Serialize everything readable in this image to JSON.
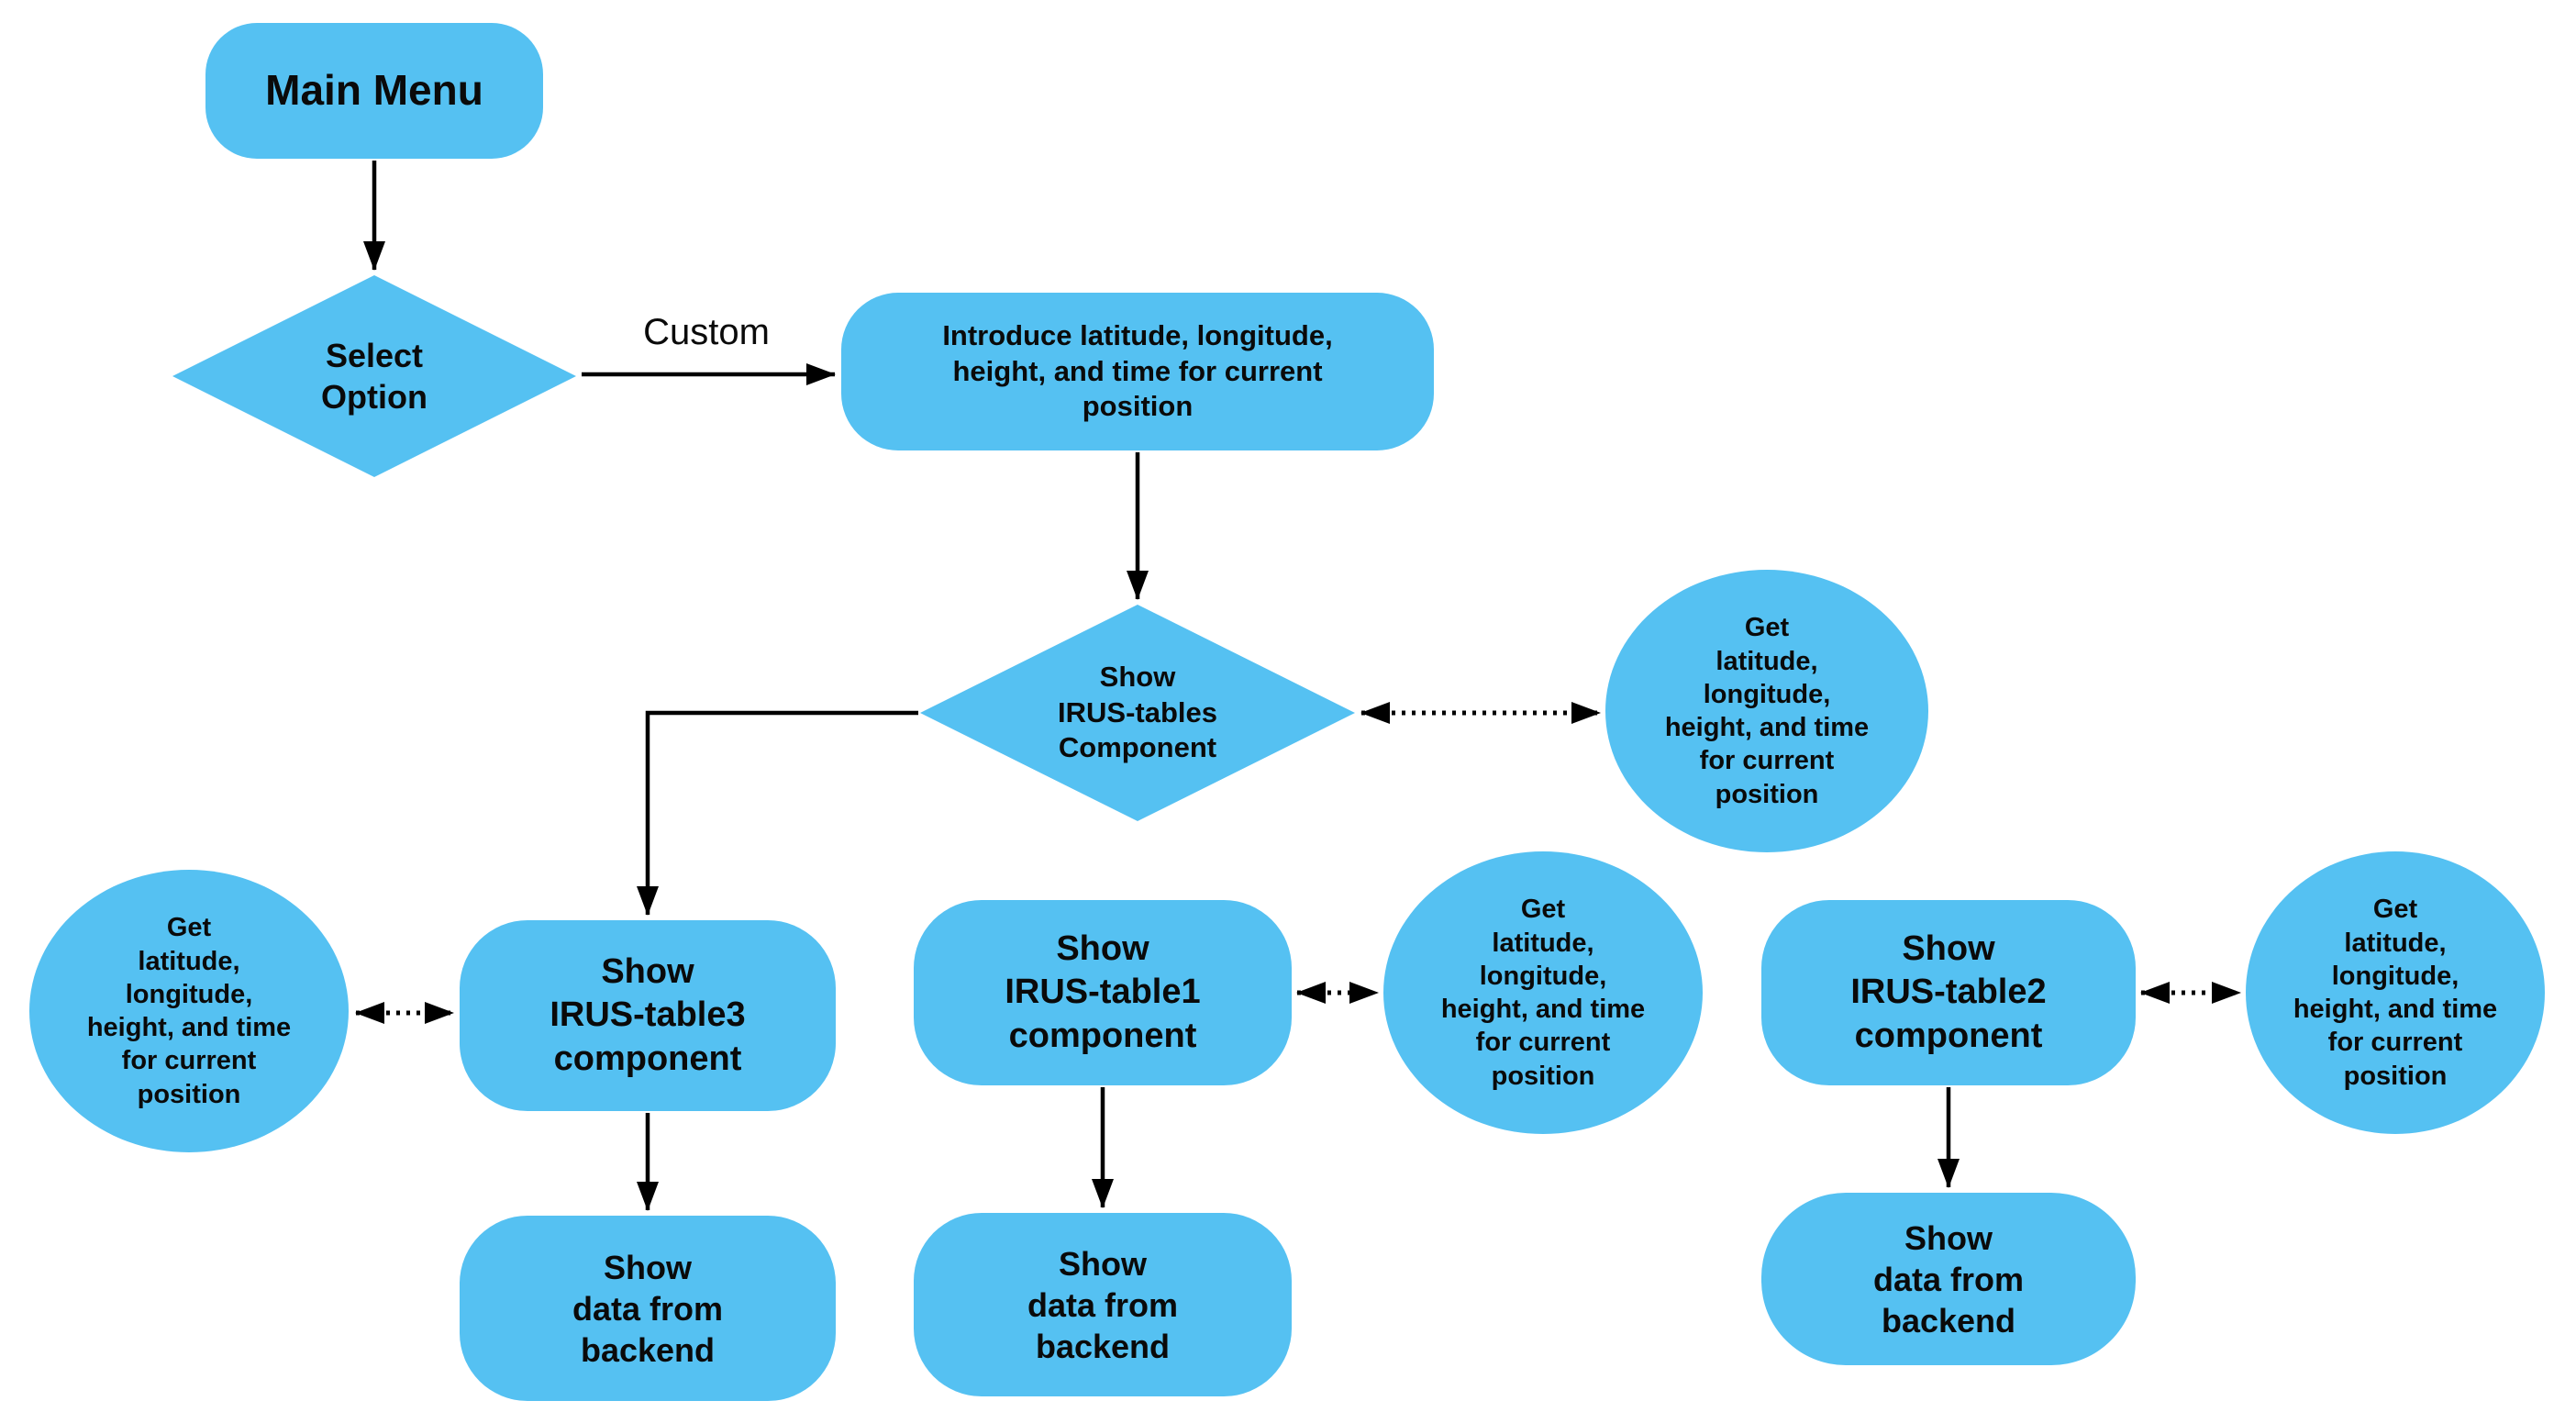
{
  "diagram": {
    "background": "#ffffff",
    "node_fill": "#55C1F2",
    "text_color": "#0a0a0a",
    "line_color": "#000000"
  },
  "nodes": {
    "main_menu": {
      "shape": "rounded-rect",
      "label": "Main Menu"
    },
    "select_option": {
      "shape": "diamond",
      "label": "Select\nOption"
    },
    "introduce_position": {
      "shape": "rounded-rect",
      "label": "Introduce latitude, longitude,\nheight, and time for current\nposition"
    },
    "show_irus_tables": {
      "shape": "diamond",
      "label": "Show\nIRUS-tables\nComponent"
    },
    "get_position_top_right": {
      "shape": "ellipse",
      "label": "Get\nlatitude,\nlongitude,\nheight, and time\nfor current\nposition"
    },
    "get_position_left": {
      "shape": "ellipse",
      "label": "Get\nlatitude,\nlongitude,\nheight, and time\nfor current\nposition"
    },
    "get_position_middle": {
      "shape": "ellipse",
      "label": "Get\nlatitude,\nlongitude,\nheight, and time\nfor current\nposition"
    },
    "get_position_right": {
      "shape": "ellipse",
      "label": "Get\nlatitude,\nlongitude,\nheight, and time\nfor current\nposition"
    },
    "show_irus_table3": {
      "shape": "rounded-rect",
      "label": "Show\nIRUS-table3\ncomponent"
    },
    "show_irus_table1": {
      "shape": "rounded-rect",
      "label": "Show\nIRUS-table1\ncomponent"
    },
    "show_irus_table2": {
      "shape": "rounded-rect",
      "label": "Show\nIRUS-table2\ncomponent"
    },
    "show_data_backend_3": {
      "shape": "rounded-rect",
      "label": "Show\ndata from\nbackend"
    },
    "show_data_backend_1": {
      "shape": "rounded-rect",
      "label": "Show\ndata from\nbackend"
    },
    "show_data_backend_2": {
      "shape": "rounded-rect",
      "label": "Show\ndata from\nbackend"
    }
  },
  "edges": {
    "custom_label": "Custom"
  }
}
